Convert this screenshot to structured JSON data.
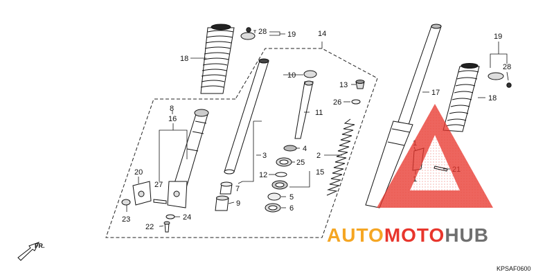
{
  "diagram": {
    "code": "KPSAF0600",
    "direction_label": "FR.",
    "callouts": {
      "c1a": "1",
      "c1b": "1",
      "c2": "2",
      "c3": "3",
      "c4": "4",
      "c5": "5",
      "c6": "6",
      "c7": "7",
      "c8": "8",
      "c9": "9",
      "c10": "10",
      "c11": "11",
      "c12": "12",
      "c13": "13",
      "c14": "14",
      "c15": "15",
      "c16": "16",
      "c17": "17",
      "c18a": "18",
      "c18b": "18",
      "c19a": "19",
      "c19b": "19",
      "c20": "20",
      "c21": "21",
      "c22": "22",
      "c23": "23",
      "c24": "24",
      "c25": "25",
      "c26": "26",
      "c27": "27",
      "c28a": "28",
      "c28b": "28"
    }
  },
  "watermark": {
    "brand_part1": "AUTO",
    "brand_part2": "MOTO",
    "brand_part3": "HUB",
    "colors": {
      "orange": "#f5a623",
      "red": "#e8362d",
      "gray": "#6f6f6f"
    }
  }
}
